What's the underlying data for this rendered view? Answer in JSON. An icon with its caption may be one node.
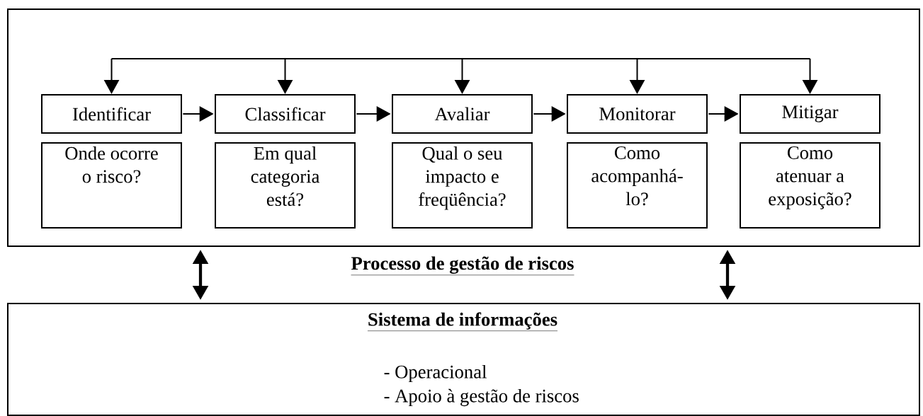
{
  "diagram": {
    "nodes": [
      {
        "text": [
          "Processo de gestão de riscos"
        ]
      },
      {
        "text": [
          "Identificar"
        ],
        "in": 0
      },
      {
        "text": [
          "Classificar"
        ],
        "in": 0
      },
      {
        "text": [
          "Avaliar"
        ],
        "in": 0
      },
      {
        "text": [
          "Monitorar"
        ],
        "in": 0
      },
      {
        "text": [
          "Mitigar"
        ],
        "in": 0
      },
      {
        "text": [
          "Onde ocorre o risco?"
        ],
        "in": 0
      },
      {
        "text": [
          "Em qual categoria está?"
        ],
        "in": 0
      },
      {
        "text": [
          "Qual o seu impacto e freqüência?"
        ],
        "in": 0
      },
      {
        "text": [
          "Como acompanhá- lo?"
        ],
        "in": 0
      },
      {
        "text": [
          "Como atenuar a exposição?"
        ],
        "in": 0
      },
      {
        "text": [
          "Sistema de informações",
          "- Operacional",
          "- Apoio à gestão de riscos"
        ]
      }
    ],
    "edges": [
      {
        "from": null,
        "to": 1,
        "arrow": "to"
      },
      {
        "from": null,
        "to": 2,
        "arrow": "to"
      },
      {
        "from": null,
        "to": 3,
        "arrow": "to"
      },
      {
        "from": null,
        "to": 4,
        "arrow": "to"
      },
      {
        "from": null,
        "to": 5,
        "arrow": "to"
      },
      {
        "from": 1,
        "to": 2,
        "arrow": "to"
      },
      {
        "from": 2,
        "to": 3,
        "arrow": "to"
      },
      {
        "from": 3,
        "to": 4,
        "arrow": "to"
      },
      {
        "from": 4,
        "to": 5,
        "arrow": "to"
      },
      {
        "from": 0,
        "to": 11,
        "arrow": "both",
        "style": "thick"
      },
      {
        "from": 0,
        "to": 11,
        "arrow": "both",
        "style": "thick"
      }
    ]
  }
}
